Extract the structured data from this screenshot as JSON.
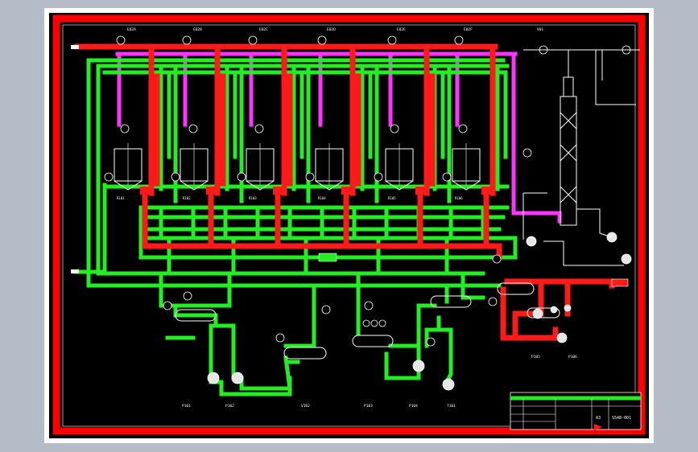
{
  "colors": {
    "viewport_bg": "#b4bcc8",
    "paper": "#ffffff",
    "canvas": "#000000",
    "border": "#ff0000",
    "steam": "#ff1a1a",
    "water": "#22ee22",
    "condensate": "#ff33ff",
    "equipment": "#ffffff",
    "pump": "#e6e6e6"
  },
  "drawing": {
    "top_tags": [
      "E02A",
      "E02B",
      "E02C",
      "E02D",
      "E02E",
      "E02F",
      "V01"
    ],
    "tanks": [
      "R101",
      "R102",
      "R103",
      "R104",
      "R105",
      "R106"
    ],
    "bottom_tags": [
      "P101",
      "P102",
      "V102",
      "P103",
      "P104",
      "T101",
      "P105",
      "P106"
    ]
  },
  "title_block": {
    "title": "SS48-001",
    "drawing_no": "A3"
  }
}
